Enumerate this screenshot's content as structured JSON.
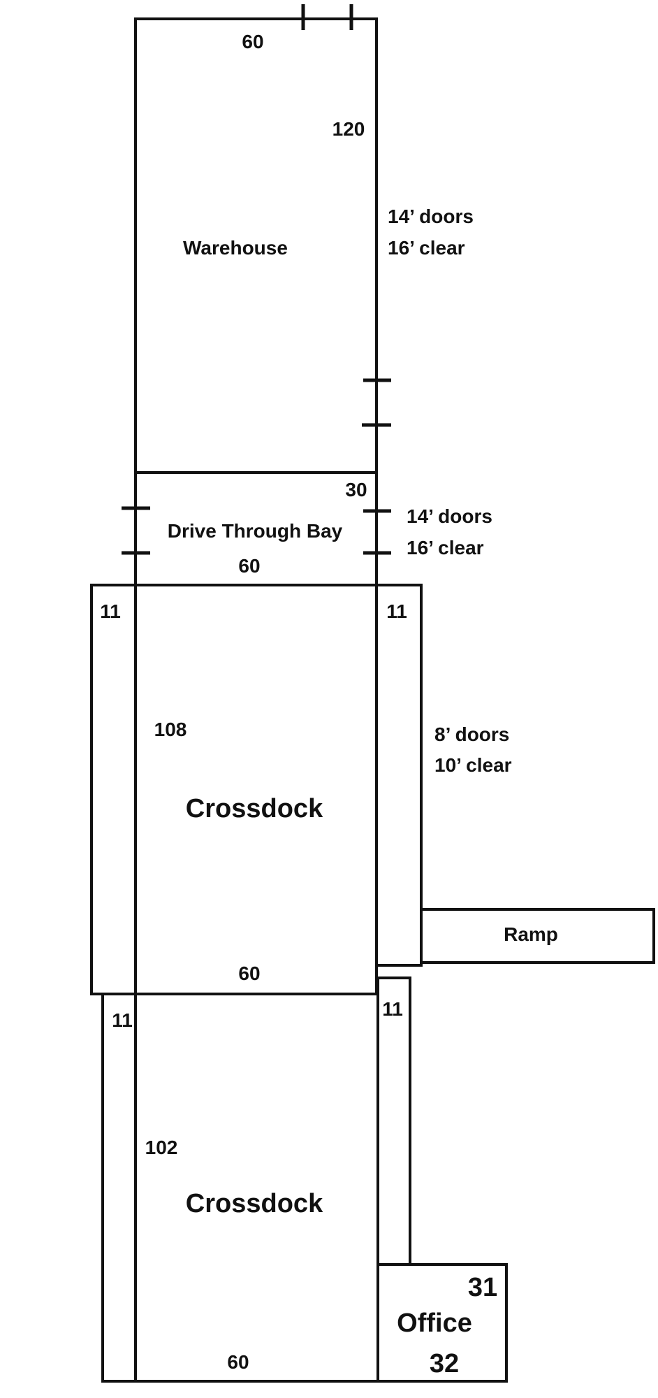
{
  "warehouse": {
    "label": "Warehouse",
    "width": "60",
    "length": "120",
    "doors": "14’ doors",
    "clear": "16’ clear"
  },
  "drive_bay": {
    "label": "Drive Through Bay",
    "length": "30",
    "width": "60",
    "doors": "14’ doors",
    "clear": "16’ clear"
  },
  "crossdock_1": {
    "label": "Crossdock",
    "length": "108",
    "width": "60",
    "left_strip": "11",
    "right_strip": "11",
    "doors": "8’ doors",
    "clear": "10’ clear"
  },
  "ramp": {
    "label": "Ramp"
  },
  "crossdock_2": {
    "label": "Crossdock",
    "length": "102",
    "width": "60",
    "left_strip": "11",
    "right_strip": "11"
  },
  "office": {
    "label": "Office",
    "depth": "31",
    "width": "32"
  }
}
